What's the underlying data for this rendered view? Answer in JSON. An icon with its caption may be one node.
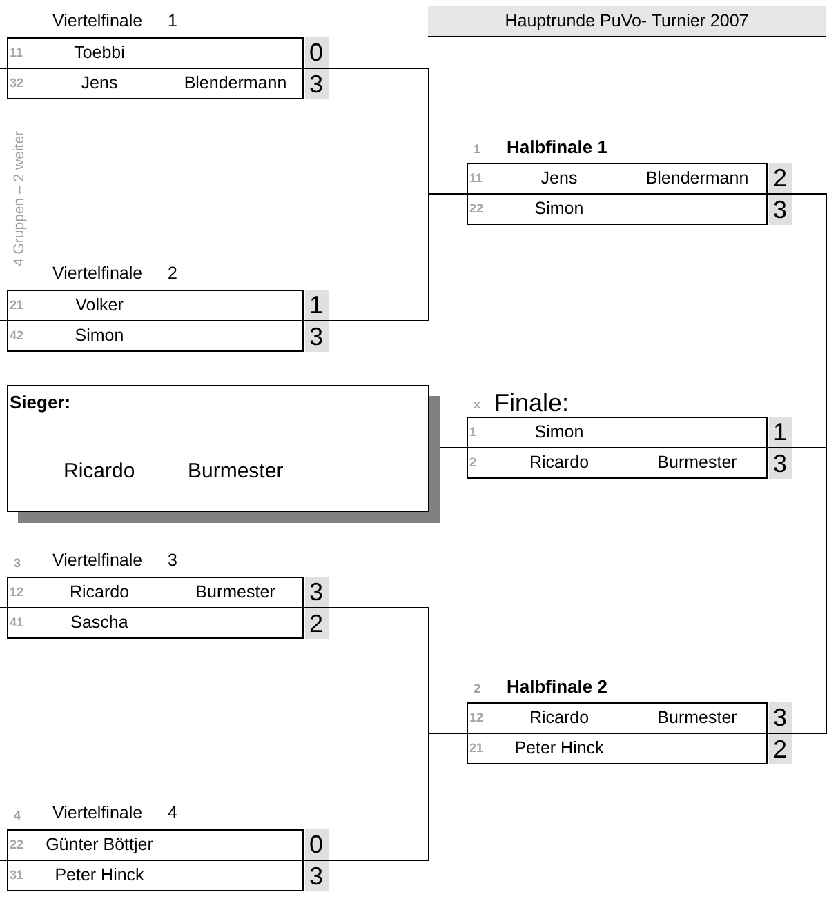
{
  "diagram": {
    "title": "Hauptrunde PuVo- Turnier 2007",
    "nodes": [
      {
        "text": [
          "Viertelfinale 1"
        ]
      },
      {
        "text": [
          "11",
          "Toebbi"
        ],
        "in": 0,
        "beside": [
          "0"
        ]
      },
      {
        "text": [
          "32",
          "Jens",
          "Blendermann"
        ],
        "in": 0,
        "beside": [
          "3"
        ]
      },
      {
        "text": [
          "Halbfinale 1"
        ],
        "beside": [
          "1"
        ]
      },
      {
        "text": [
          "11",
          "Jens",
          "Blendermann"
        ],
        "in": 3,
        "beside": [
          "2"
        ]
      },
      {
        "text": [
          "22",
          "Simon"
        ],
        "in": 3,
        "beside": [
          "3"
        ]
      },
      {
        "text": [
          "Viertelfinale 2"
        ]
      },
      {
        "text": [
          "21",
          "Volker"
        ],
        "in": 6,
        "beside": [
          "1"
        ]
      },
      {
        "text": [
          "42",
          "Simon"
        ],
        "in": 6,
        "beside": [
          "3"
        ]
      },
      {
        "text": [
          "Sieger:",
          "Ricardo",
          "Burmester"
        ]
      },
      {
        "text": [
          "Finale:"
        ],
        "beside": [
          "x"
        ]
      },
      {
        "text": [
          "1",
          "Simon"
        ],
        "in": 10,
        "beside": [
          "1"
        ]
      },
      {
        "text": [
          "2",
          "Ricardo",
          "Burmester"
        ],
        "in": 10,
        "beside": [
          "3"
        ]
      },
      {
        "text": [
          "Viertelfinale 3"
        ],
        "beside": [
          "3"
        ]
      },
      {
        "text": [
          "12",
          "Ricardo",
          "Burmester"
        ],
        "in": 13,
        "beside": [
          "3"
        ]
      },
      {
        "text": [
          "41",
          "Sascha"
        ],
        "in": 13,
        "beside": [
          "2"
        ]
      },
      {
        "text": [
          "Halbfinale 2"
        ],
        "beside": [
          "2"
        ]
      },
      {
        "text": [
          "12",
          "Ricardo",
          "Burmester"
        ],
        "in": 16,
        "beside": [
          "3"
        ]
      },
      {
        "text": [
          "21",
          "Peter Hinck"
        ],
        "in": 16,
        "beside": [
          "2"
        ]
      },
      {
        "text": [
          "Viertelfinale 4"
        ],
        "beside": [
          "4"
        ]
      },
      {
        "text": [
          "22",
          "Günter Böttjer"
        ],
        "in": 19,
        "beside": [
          "0"
        ]
      },
      {
        "text": [
          "31",
          "Peter Hinck"
        ],
        "in": 19,
        "beside": [
          "3"
        ]
      }
    ],
    "edges": [
      {
        "from": 0,
        "to": 3,
        "arrow": "none"
      },
      {
        "from": 6,
        "to": 3,
        "arrow": "none"
      },
      {
        "from": 13,
        "to": 16,
        "arrow": "none"
      },
      {
        "from": 19,
        "to": 16,
        "arrow": "none"
      },
      {
        "from": 3,
        "to": 10,
        "arrow": "none"
      },
      {
        "from": 16,
        "to": 10,
        "arrow": "none"
      },
      {
        "from": 10,
        "to": 9,
        "arrow": "none"
      }
    ],
    "labels": [
      "4 Gruppen – 2 weiter"
    ]
  }
}
